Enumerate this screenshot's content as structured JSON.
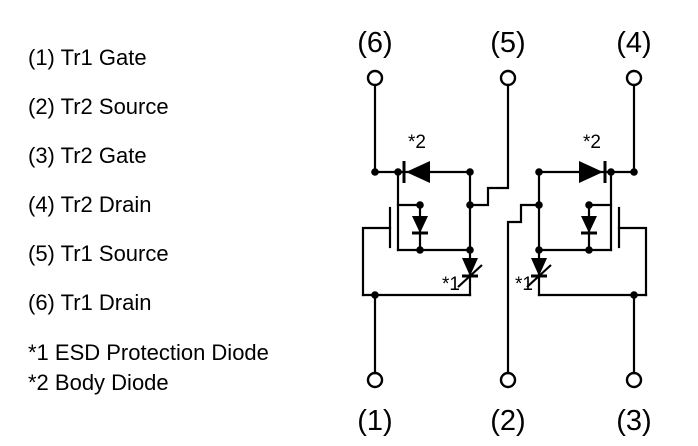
{
  "legend": {
    "items": [
      "(1) Tr1 Gate",
      "(2) Tr2 Source",
      "(3) Tr2 Gate",
      "(4) Tr2 Drain",
      "(5) Tr1 Source",
      "(6) Tr1 Drain"
    ],
    "footnotes": [
      "*1 ESD Protection Diode",
      "*2 Body Diode"
    ]
  },
  "schematic": {
    "top_terminals": [
      "(6)",
      "(5)",
      "(4)"
    ],
    "bottom_terminals": [
      "(1)",
      "(2)",
      "(3)"
    ],
    "diode_labels": {
      "esd": "*1",
      "body": "*2"
    }
  },
  "colors": {
    "line": "#000000",
    "background": "#ffffff"
  }
}
